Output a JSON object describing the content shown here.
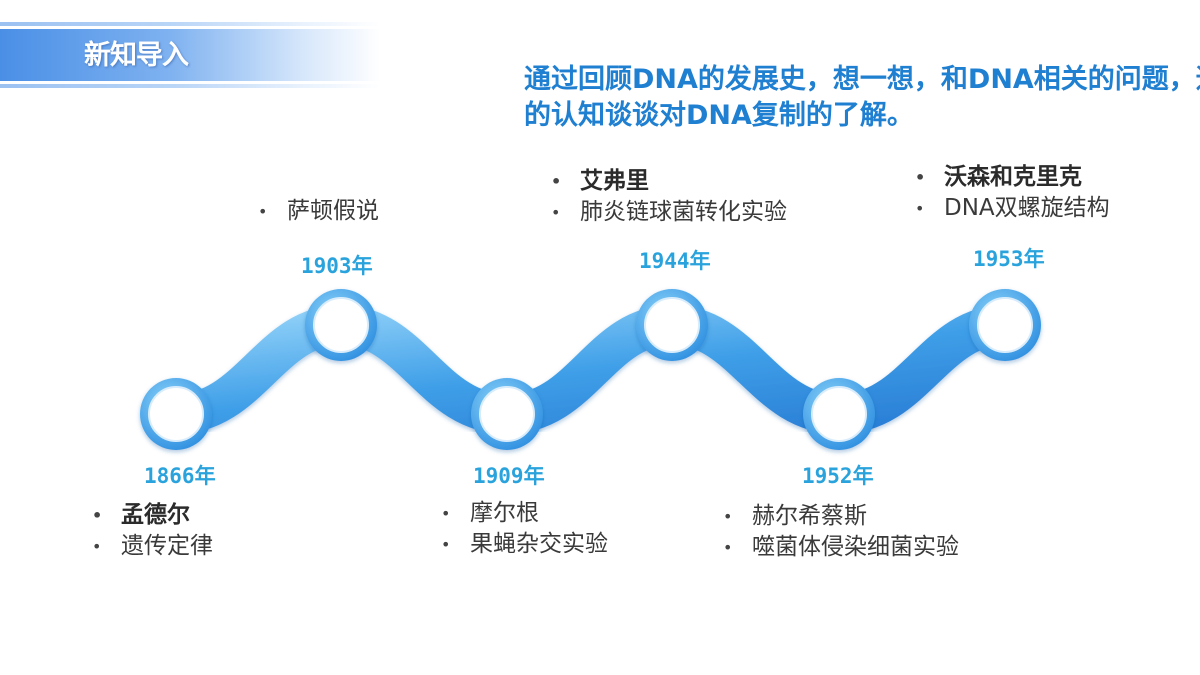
{
  "header": {
    "title": "新知导入"
  },
  "intro": {
    "line1": "通过回顾DNA的发展史，想一想，和DNA相关的问题，通过你",
    "line2": "的认知谈谈对DNA复制的了解。"
  },
  "colors": {
    "accent": "#2aa3dd",
    "title_blue": "#1f7fd0",
    "track_blue": "#3a9ae8"
  },
  "milestones": [
    {
      "year": "1866",
      "unit": "年",
      "person": "孟德尔",
      "discovery": "遗传定律"
    },
    {
      "year": "1903",
      "unit": "年",
      "person": "",
      "discovery": "萨顿假说"
    },
    {
      "year": "1909",
      "unit": "年",
      "person": "摩尔根",
      "discovery": "果蝇杂交实验"
    },
    {
      "year": "1944",
      "unit": "年",
      "person": "艾弗里",
      "discovery": "肺炎链球菌转化实验"
    },
    {
      "year": "1952",
      "unit": "年",
      "person": "赫尔希蔡斯",
      "discovery": "噬菌体侵染细菌实验"
    },
    {
      "year": "1953",
      "unit": "年",
      "person": "沃森和克里克",
      "discovery": "DNA双螺旋结构"
    }
  ]
}
